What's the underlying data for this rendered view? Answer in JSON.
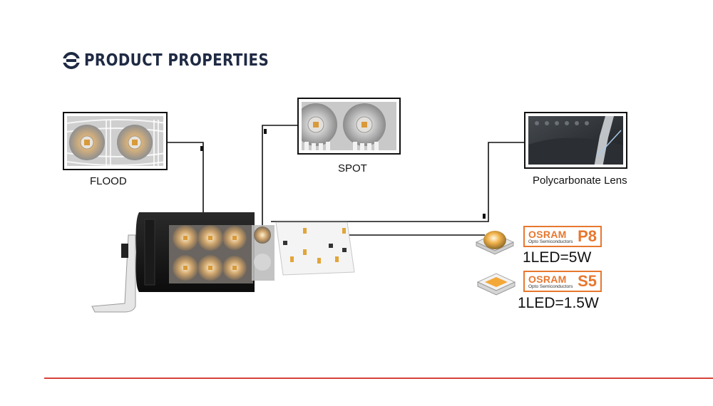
{
  "header": {
    "title": "PRODUCT PROPERTIES",
    "logo_icon": "circle-arrow-logo-icon"
  },
  "callouts": {
    "flood": {
      "label": "FLOOD"
    },
    "spot": {
      "label": "SPOT"
    },
    "lens": {
      "label": "Polycarbonate Lens"
    }
  },
  "leds": {
    "p8": {
      "brand": "OSRAM",
      "subtitle": "Opto Semiconductors",
      "model": "P8",
      "spec": "1LED=5W"
    },
    "s5": {
      "brand": "OSRAM",
      "subtitle": "Opto Semiconductors",
      "model": "S5",
      "spec": "1LED=1.5W"
    }
  },
  "colors": {
    "title": "#1f2a44",
    "osram": "#e8772e",
    "rule": "#d8423a",
    "led_warm": "#f2b24a"
  }
}
